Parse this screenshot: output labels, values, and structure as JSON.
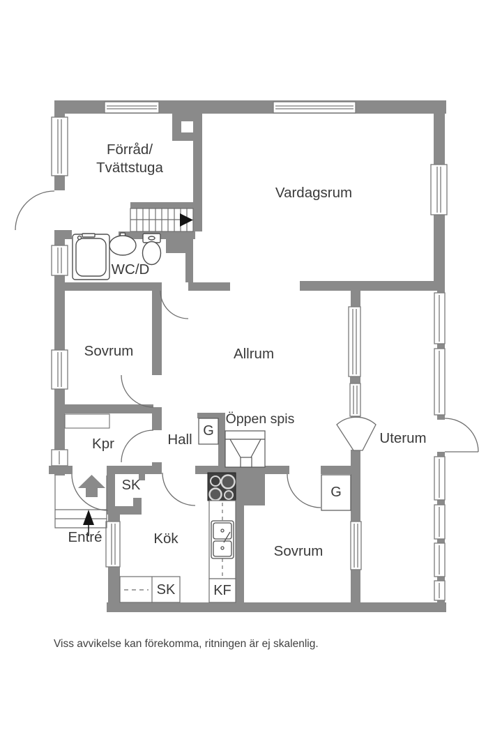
{
  "floorplan": {
    "labels": {
      "forrad_line1": "Förråd/",
      "forrad_line2": "Tvättstuga",
      "vardagsrum": "Vardagsrum",
      "wcd": "WC/D",
      "sovrum_vaster": "Sovrum",
      "allrum": "Allrum",
      "kpr": "Kpr",
      "hall": "Hall",
      "oppen_spis": "Öppen spis",
      "g_hall": "G",
      "uterum": "Uterum",
      "g_sovrum": "G",
      "sk_hall": "SK",
      "entre": "Entré",
      "kok": "Kök",
      "sovrum_soder": "Sovrum",
      "sk_kok": "SK",
      "kf": "KF"
    },
    "disclaimer": "Viss avvikelse kan förekomma, ritningen är ej skalenlig.",
    "icons": {
      "stairs": "stairs-icon",
      "stair_direction": "stair-arrow-icon",
      "shower": "shower-icon",
      "wash_basin": "wash-basin-icon",
      "toilet": "toilet-icon",
      "stove": "stove-icon",
      "kitchen_sink": "kitchen-sink-icon",
      "fireplace": "fireplace-icon",
      "entrance_arrow": "entrance-arrow-icon",
      "entry_direction": "entry-direction-arrow-icon",
      "folding_door": "folding-door-icon"
    },
    "colors": {
      "wall_gray": "#8a8a8a",
      "thin_line": "#6e6e6e",
      "fixture_line": "#4f4f4f",
      "stove_dark": "#404040",
      "arrow_black": "#141414",
      "text": "#3a3a3a",
      "background": "#ffffff"
    }
  }
}
